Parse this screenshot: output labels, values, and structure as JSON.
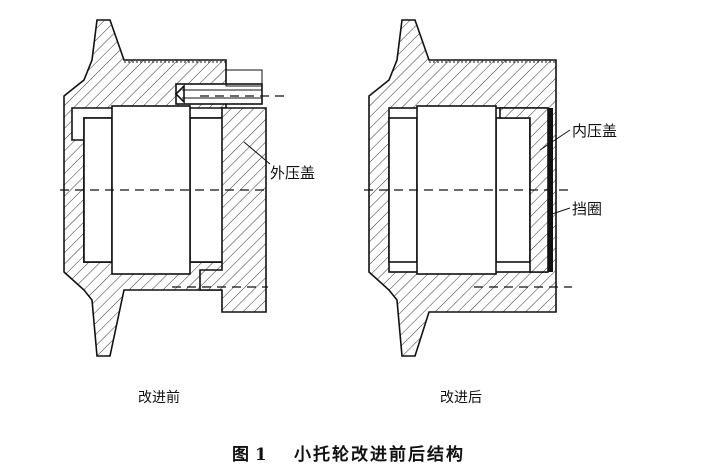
{
  "labels": {
    "outer_cover": "外压盖",
    "inner_cover": "内压盖",
    "retaining_ring": "挡圈",
    "before": "改进前",
    "after": "改进后"
  },
  "caption": {
    "number": "图 1",
    "text": "小托轮改进前后结构"
  }
}
